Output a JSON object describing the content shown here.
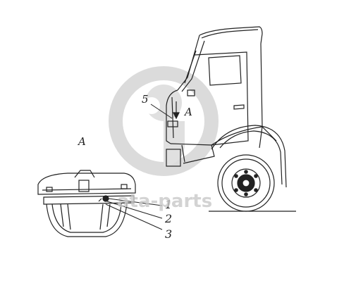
{
  "diagram": {
    "view_label": "A",
    "callout_numbers": [
      "1",
      "2",
      "3"
    ],
    "cab_callout": "5",
    "cab_view_label": "A"
  },
  "watermark": {
    "text": "ata-parts",
    "color": "#cfcfcf"
  }
}
